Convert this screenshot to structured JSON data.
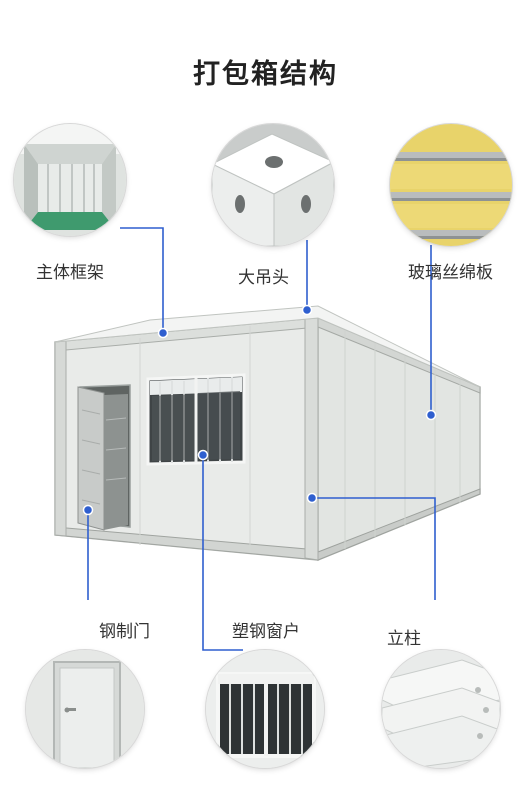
{
  "page": {
    "title": "打包箱结构"
  },
  "parts": {
    "frame": "主体框架",
    "lifting": "大吊头",
    "glasswool": "玻璃丝绵板",
    "door": "钢制门",
    "window": "塑钢窗户",
    "column": "立柱"
  },
  "colors": {
    "accent_line": "#2f5fcf",
    "container_white": "#eef0ee",
    "glasswool_yellow": "#e8d36a"
  }
}
